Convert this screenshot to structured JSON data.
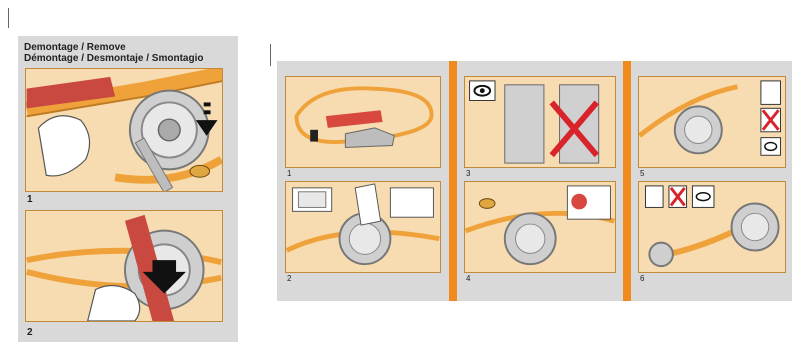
{
  "left_panel": {
    "title_line1": "Demontage / Remove",
    "title_line2": "Démontage / Desmontaje / Smontagio",
    "steps": [
      {
        "number": "1"
      },
      {
        "number": "2"
      }
    ]
  },
  "right_panel": {
    "steps": [
      {
        "number": "1"
      },
      {
        "number": "2"
      },
      {
        "number": "3"
      },
      {
        "number": "4"
      },
      {
        "number": "5"
      },
      {
        "number": "6"
      }
    ]
  },
  "colors": {
    "frame_fill": "#f6dcb0",
    "belt_orange": "#f0a23a",
    "panel_grey": "#d9d9d9",
    "divider_orange": "#f08a1c",
    "cross_red": "#d8232a"
  }
}
